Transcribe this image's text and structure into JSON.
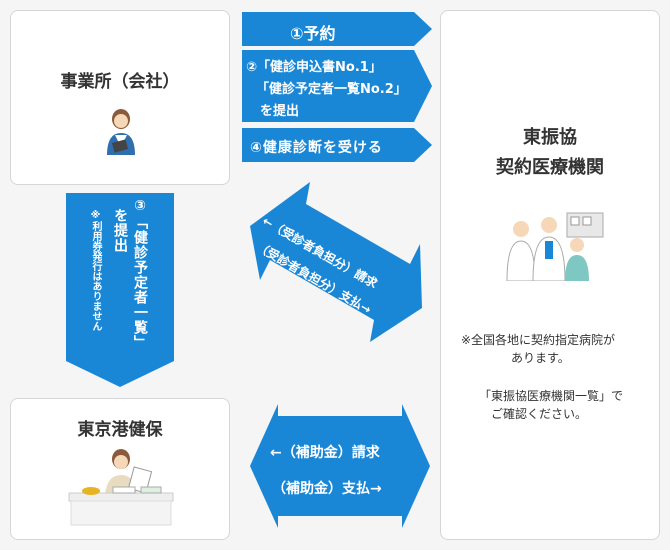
{
  "company": {
    "title": "事業所（会社）"
  },
  "clinic": {
    "title_line1": "東振協",
    "title_line2": "契約医療機関",
    "note1_line1": "※全国各地に契約指定病院が",
    "note1_line2": "あります。",
    "note2_line1": "「東振協医療機関一覧」で",
    "note2_line2": "ご確認ください。"
  },
  "kenpo": {
    "title": "東京港健保"
  },
  "steps": {
    "step1": "①予約",
    "step2_line1": "②「健診申込書No.1」",
    "step2_line2": "「健診予定者一覧No.2」",
    "step2_line3": "を提出",
    "step4": "④健康診断を受ける",
    "step3_main": "③「健診予定者一覧」",
    "step3_sub": "を提出",
    "step3_note": "※利用券発行はありません"
  },
  "payment": {
    "claim1": "←（受診者負担分）請求",
    "pay1": "（受診者負担分）支払→",
    "claim2": "←（補助金）請求",
    "pay2": "（補助金）支払→"
  },
  "colors": {
    "arrow": "#1a87d6",
    "border": "#d6d6d6",
    "background": "#f5f5f5"
  },
  "icons": [
    "office-worker-icon",
    "doctors-icon",
    "insurance-staff-icon"
  ]
}
